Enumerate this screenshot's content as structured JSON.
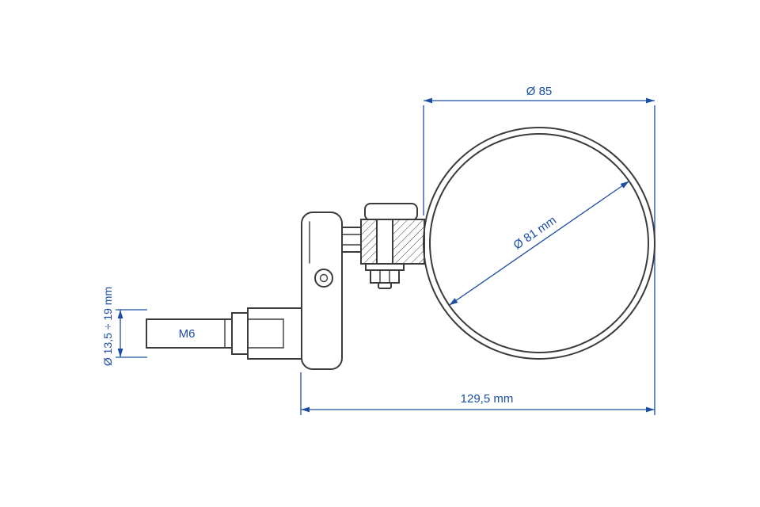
{
  "drawing": {
    "labels": {
      "mirror_outer_diameter": "Ø 85",
      "mirror_glass_diameter": "Ø 81 mm",
      "overall_length": "129,5 mm",
      "clamp_range": "Ø 13,5 ÷ 19 mm",
      "thread": "M6"
    },
    "colors": {
      "part_line": "#3b3b3b",
      "dimension": "#1c4ea1",
      "background": "#ffffff"
    }
  }
}
